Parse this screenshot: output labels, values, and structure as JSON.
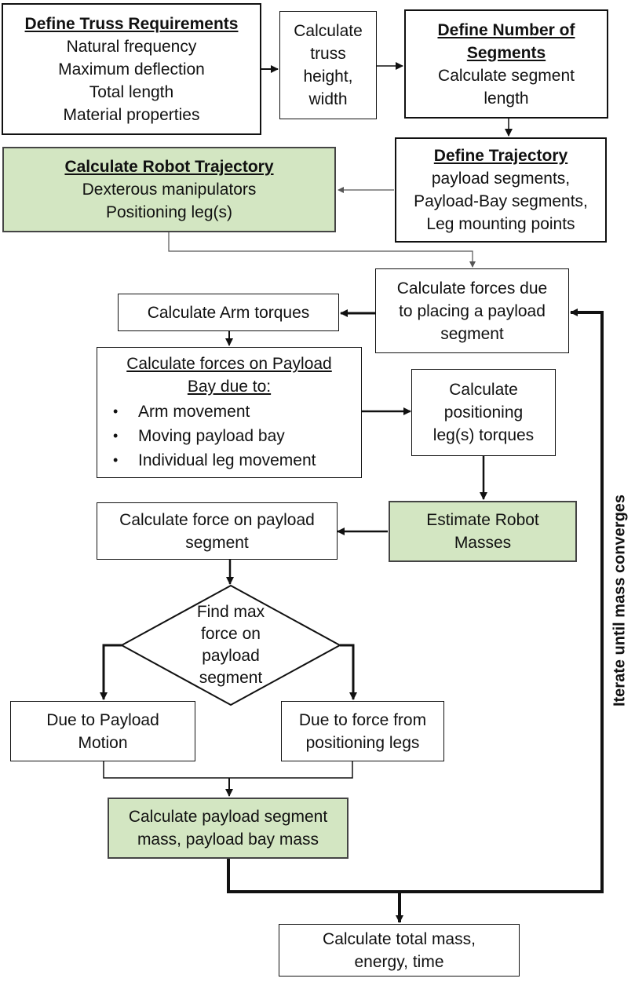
{
  "colors": {
    "green_fill": "#d3e6c2",
    "stroke": "#111111",
    "thin_stroke": "#555555"
  },
  "nodes": {
    "truss_requirements": {
      "title": "Define Truss  Requirements",
      "lines": [
        "Natural frequency",
        "Maximum deflection",
        "Total length",
        "Material properties"
      ]
    },
    "truss_height": {
      "lines": [
        "Calculate",
        "truss",
        "height,",
        "width"
      ]
    },
    "number_of_segments": {
      "title_lines": [
        "Define Number of",
        "Segments"
      ],
      "lines": [
        "Calculate segment",
        "length"
      ]
    },
    "robot_trajectory": {
      "title": "Calculate Robot Trajectory",
      "lines": [
        "Dexterous manipulators",
        "Positioning leg(s)"
      ]
    },
    "define_trajectory": {
      "title": "Define Trajectory",
      "lines": [
        "payload segments,",
        "Payload-Bay segments,",
        "Leg mounting points"
      ]
    },
    "forces_placing": {
      "lines": [
        "Calculate forces due",
        "to placing a  payload",
        "segment"
      ]
    },
    "arm_torques": {
      "label": "Calculate Arm torques"
    },
    "forces_payload_bay": {
      "title_lines": [
        "Calculate forces on Payload",
        "Bay due to:"
      ],
      "bullets": [
        "Arm movement",
        "Moving payload bay",
        "Individual leg movement"
      ]
    },
    "leg_torques": {
      "lines": [
        "Calculate",
        "positioning",
        "leg(s) torques"
      ]
    },
    "robot_masses": {
      "lines": [
        "Estimate Robot",
        "Masses"
      ]
    },
    "force_on_segment": {
      "lines": [
        "Calculate force on payload",
        "segment"
      ]
    },
    "max_force": {
      "lines": [
        "Find max",
        "force on",
        "payload",
        "segment"
      ]
    },
    "payload_motion": {
      "lines": [
        "Due to Payload",
        "Motion"
      ]
    },
    "positioning_legs": {
      "lines": [
        "Due to force from",
        "positioning legs"
      ]
    },
    "segment_mass": {
      "lines": [
        "Calculate payload segment",
        "mass, payload bay mass"
      ]
    },
    "total_mass": {
      "lines": [
        "Calculate total mass,",
        "energy, time"
      ]
    }
  },
  "loop_label": "Iterate until mass converges"
}
